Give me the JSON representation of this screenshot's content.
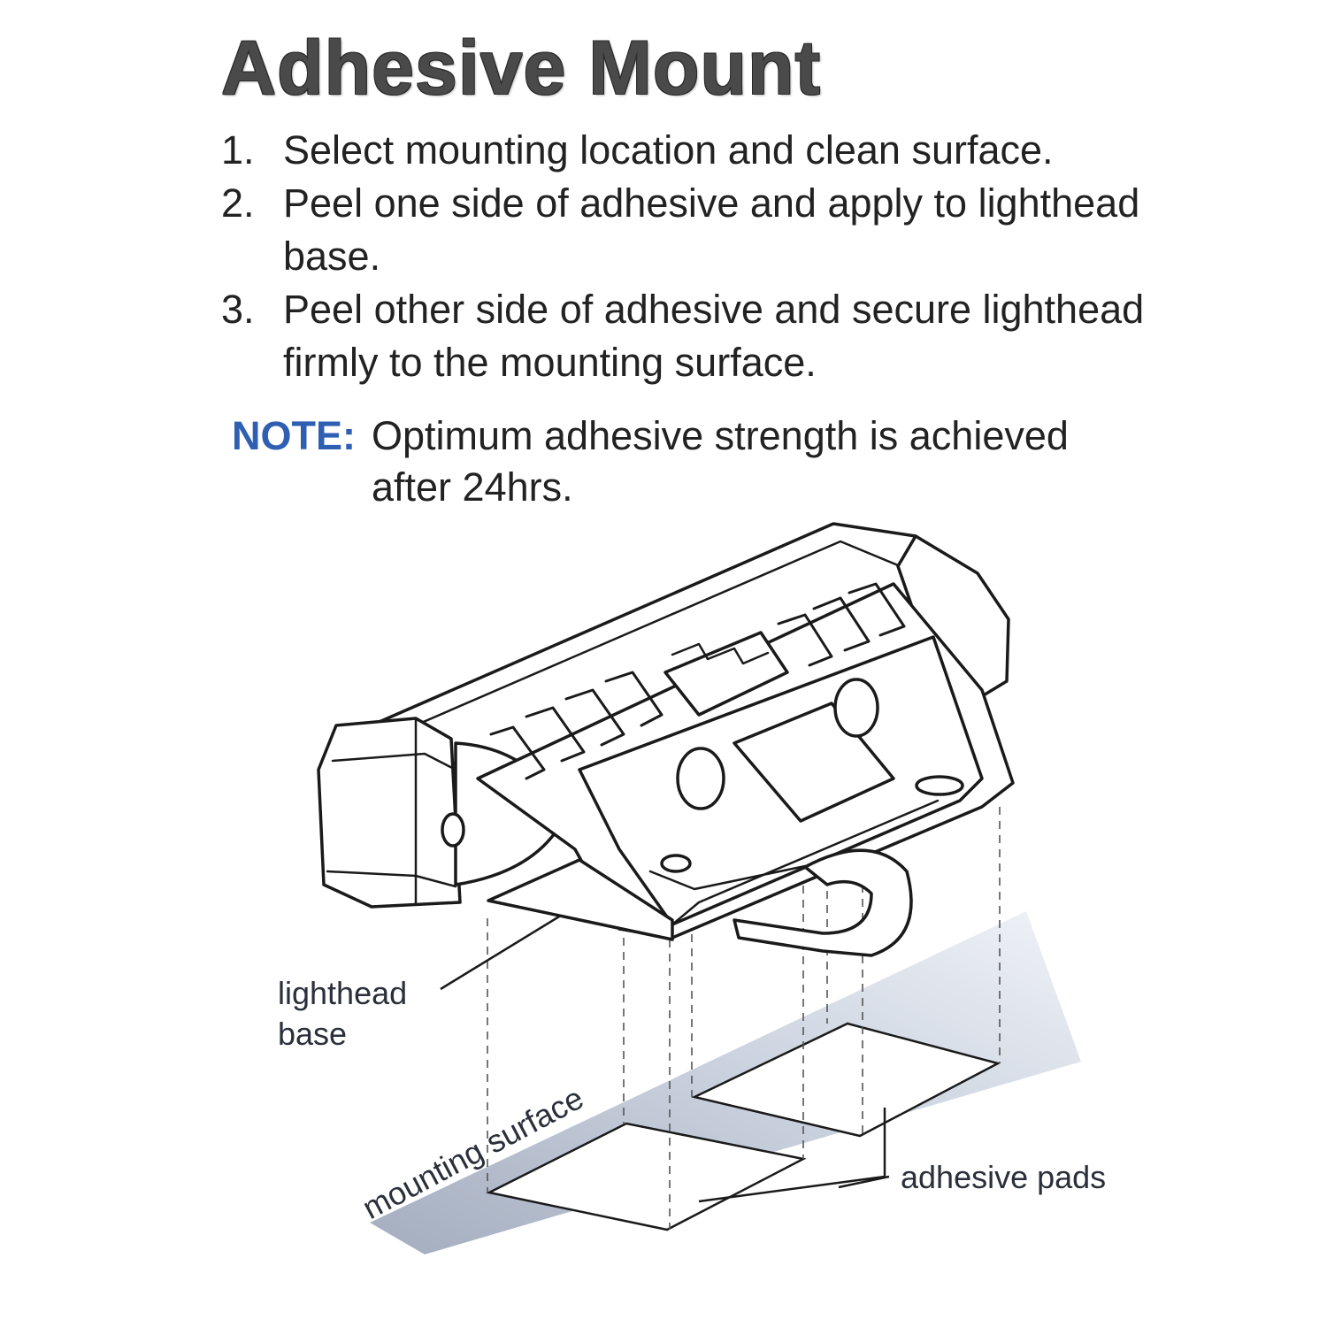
{
  "title": "Adhesive Mount",
  "steps": [
    {
      "num": "1.",
      "text": "Select mounting location and clean surface."
    },
    {
      "num": "2.",
      "text": "Peel one side of adhesive and apply to lighthead base."
    },
    {
      "num": "3.",
      "text": "Peel other side of adhesive and secure lighthead firmly to the mounting surface."
    }
  ],
  "note": {
    "label": "NOTE:",
    "text": "Optimum adhesive strength is achieved after 24hrs."
  },
  "labels": {
    "lighthead_base": "lighthead base",
    "mounting_surface": "mounting surface",
    "adhesive_pads": "adhesive pads"
  },
  "colors": {
    "note_label": "#2f5fb3",
    "surface": "#b9c3d6",
    "line": "#1a1a1a"
  },
  "icons": [
    "lighthead-illustration"
  ]
}
